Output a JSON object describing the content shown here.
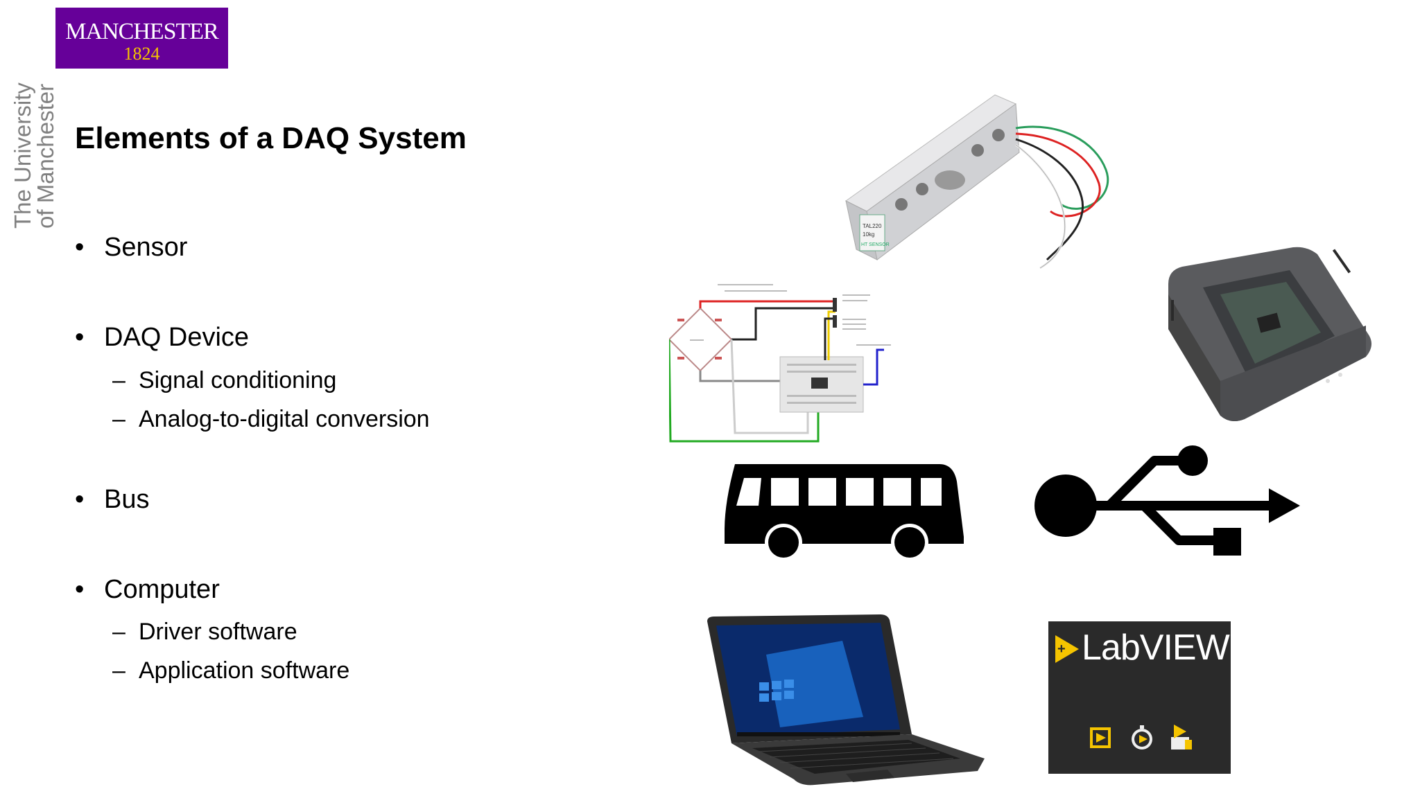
{
  "logo": {
    "line1": "MANCHESTER",
    "line2": "1824",
    "bg": "#660099",
    "accent": "#f5c400"
  },
  "side_text": {
    "line1": "The University",
    "line2": "of Manchester"
  },
  "title": "Elements of a DAQ System",
  "bullets": [
    {
      "label": "Sensor",
      "subs": []
    },
    {
      "label": "DAQ Device",
      "subs": [
        "Signal conditioning",
        "Analog-to-digital conversion"
      ]
    },
    {
      "label": "Bus",
      "subs": []
    },
    {
      "label": "Computer",
      "subs": [
        "Driver software",
        "Application software"
      ]
    }
  ],
  "images": {
    "load_cell": {
      "icon": "load-cell-sensor-photo",
      "labels": [
        "TAL220",
        "10kg",
        "HT SENSOR"
      ]
    },
    "daq_device": {
      "icon": "ni-daq-device-photo"
    },
    "circuit": {
      "icon": "wiring-diagram"
    },
    "bus": {
      "icon": "bus-icon"
    },
    "usb": {
      "icon": "usb-icon"
    },
    "laptop": {
      "icon": "laptop-photo"
    },
    "labview": {
      "icon": "labview-logo",
      "text": "LabVIEW"
    }
  }
}
